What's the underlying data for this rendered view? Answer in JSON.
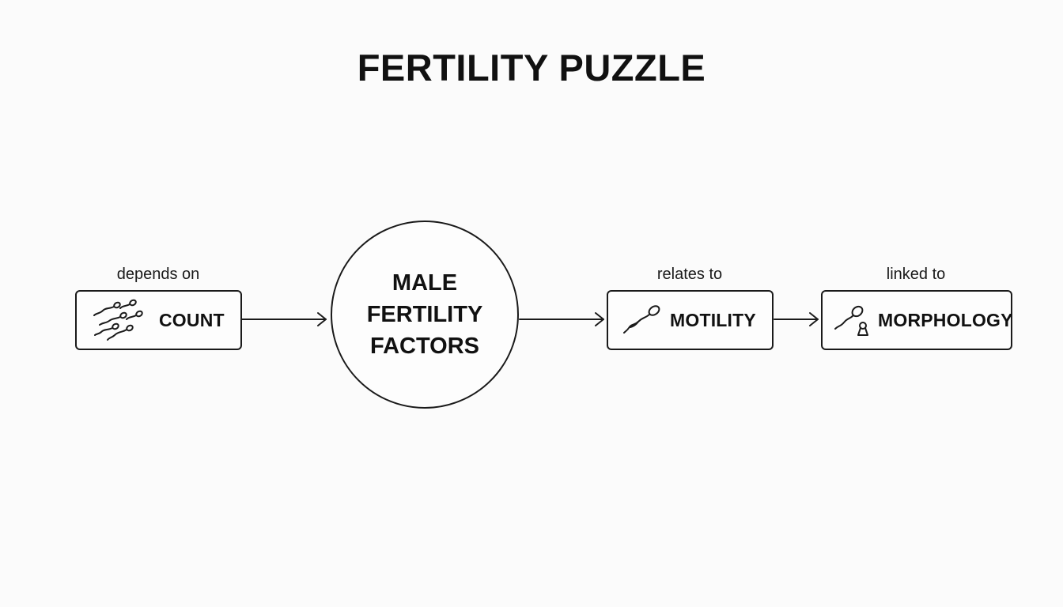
{
  "title": "FERTILITY PUZZLE",
  "center": {
    "lines": [
      "MALE",
      "FERTILITY",
      "FACTORS"
    ]
  },
  "nodes": {
    "count": {
      "label": "COUNT",
      "icon": "sperm-group-icon"
    },
    "motility": {
      "label": "MOTILITY",
      "icon": "sperm-icon"
    },
    "morphology": {
      "label": "MORPHOLOGY",
      "icon": "sperm-keyhole-icon"
    }
  },
  "edges": {
    "count": "depends on",
    "motility": "relates to",
    "morphology": "linked to"
  },
  "colors": {
    "stroke": "#1a1a1a",
    "background": "#fbfbfb"
  }
}
